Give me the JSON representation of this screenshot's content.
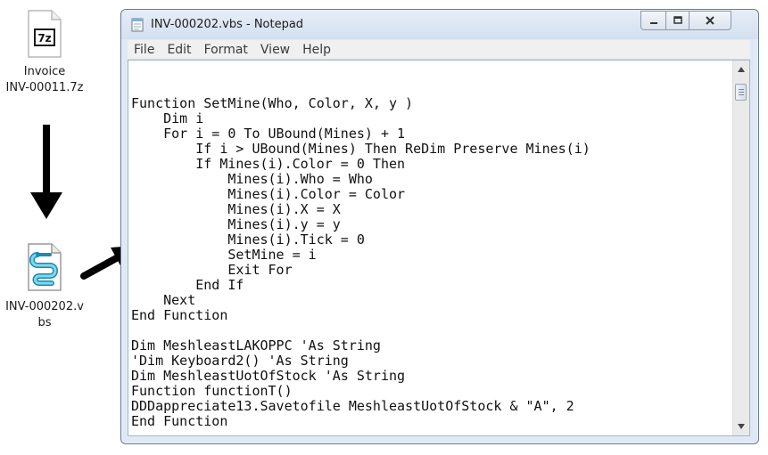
{
  "desktop": {
    "file_7z": {
      "icon": "7z-archive-icon",
      "line1": "Invoice",
      "line2": "INV-00011.7z"
    },
    "file_vbs": {
      "icon": "vbs-script-icon",
      "line1": "INV-000202.v",
      "line2": "bs"
    }
  },
  "window": {
    "title": "INV-000202.vbs - Notepad",
    "icon": "notepad-icon",
    "controls": {
      "minimize": "minimize-icon",
      "maximize": "maximize-icon",
      "close": "close-icon"
    }
  },
  "menu": [
    "File",
    "Edit",
    "Format",
    "View",
    "Help"
  ],
  "editor": {
    "code": "Function SetMine(Who, Color, X, y )\n    Dim i\n    For i = 0 To UBound(Mines) + 1\n        If i > UBound(Mines) Then ReDim Preserve Mines(i)\n        If Mines(i).Color = 0 Then\n            Mines(i).Who = Who\n            Mines(i).Color = Color\n            Mines(i).X = X\n            Mines(i).y = y\n            Mines(i).Tick = 0\n            SetMine = i\n            Exit For\n        End If\n    Next\nEnd Function\n\nDim MeshleastLAKOPPC 'As String\n'Dim Keyboard2() 'As String\nDim MeshleastUotOfStock 'As String\nFunction functionT()\nDDDappreciate13.Savetofile MeshleastUotOfStock & \"A\", 2\nEnd Function"
  },
  "colors": {
    "arrow": "#000000",
    "window_frame": "#dfe9f5",
    "close_button": "#d7dee8"
  }
}
